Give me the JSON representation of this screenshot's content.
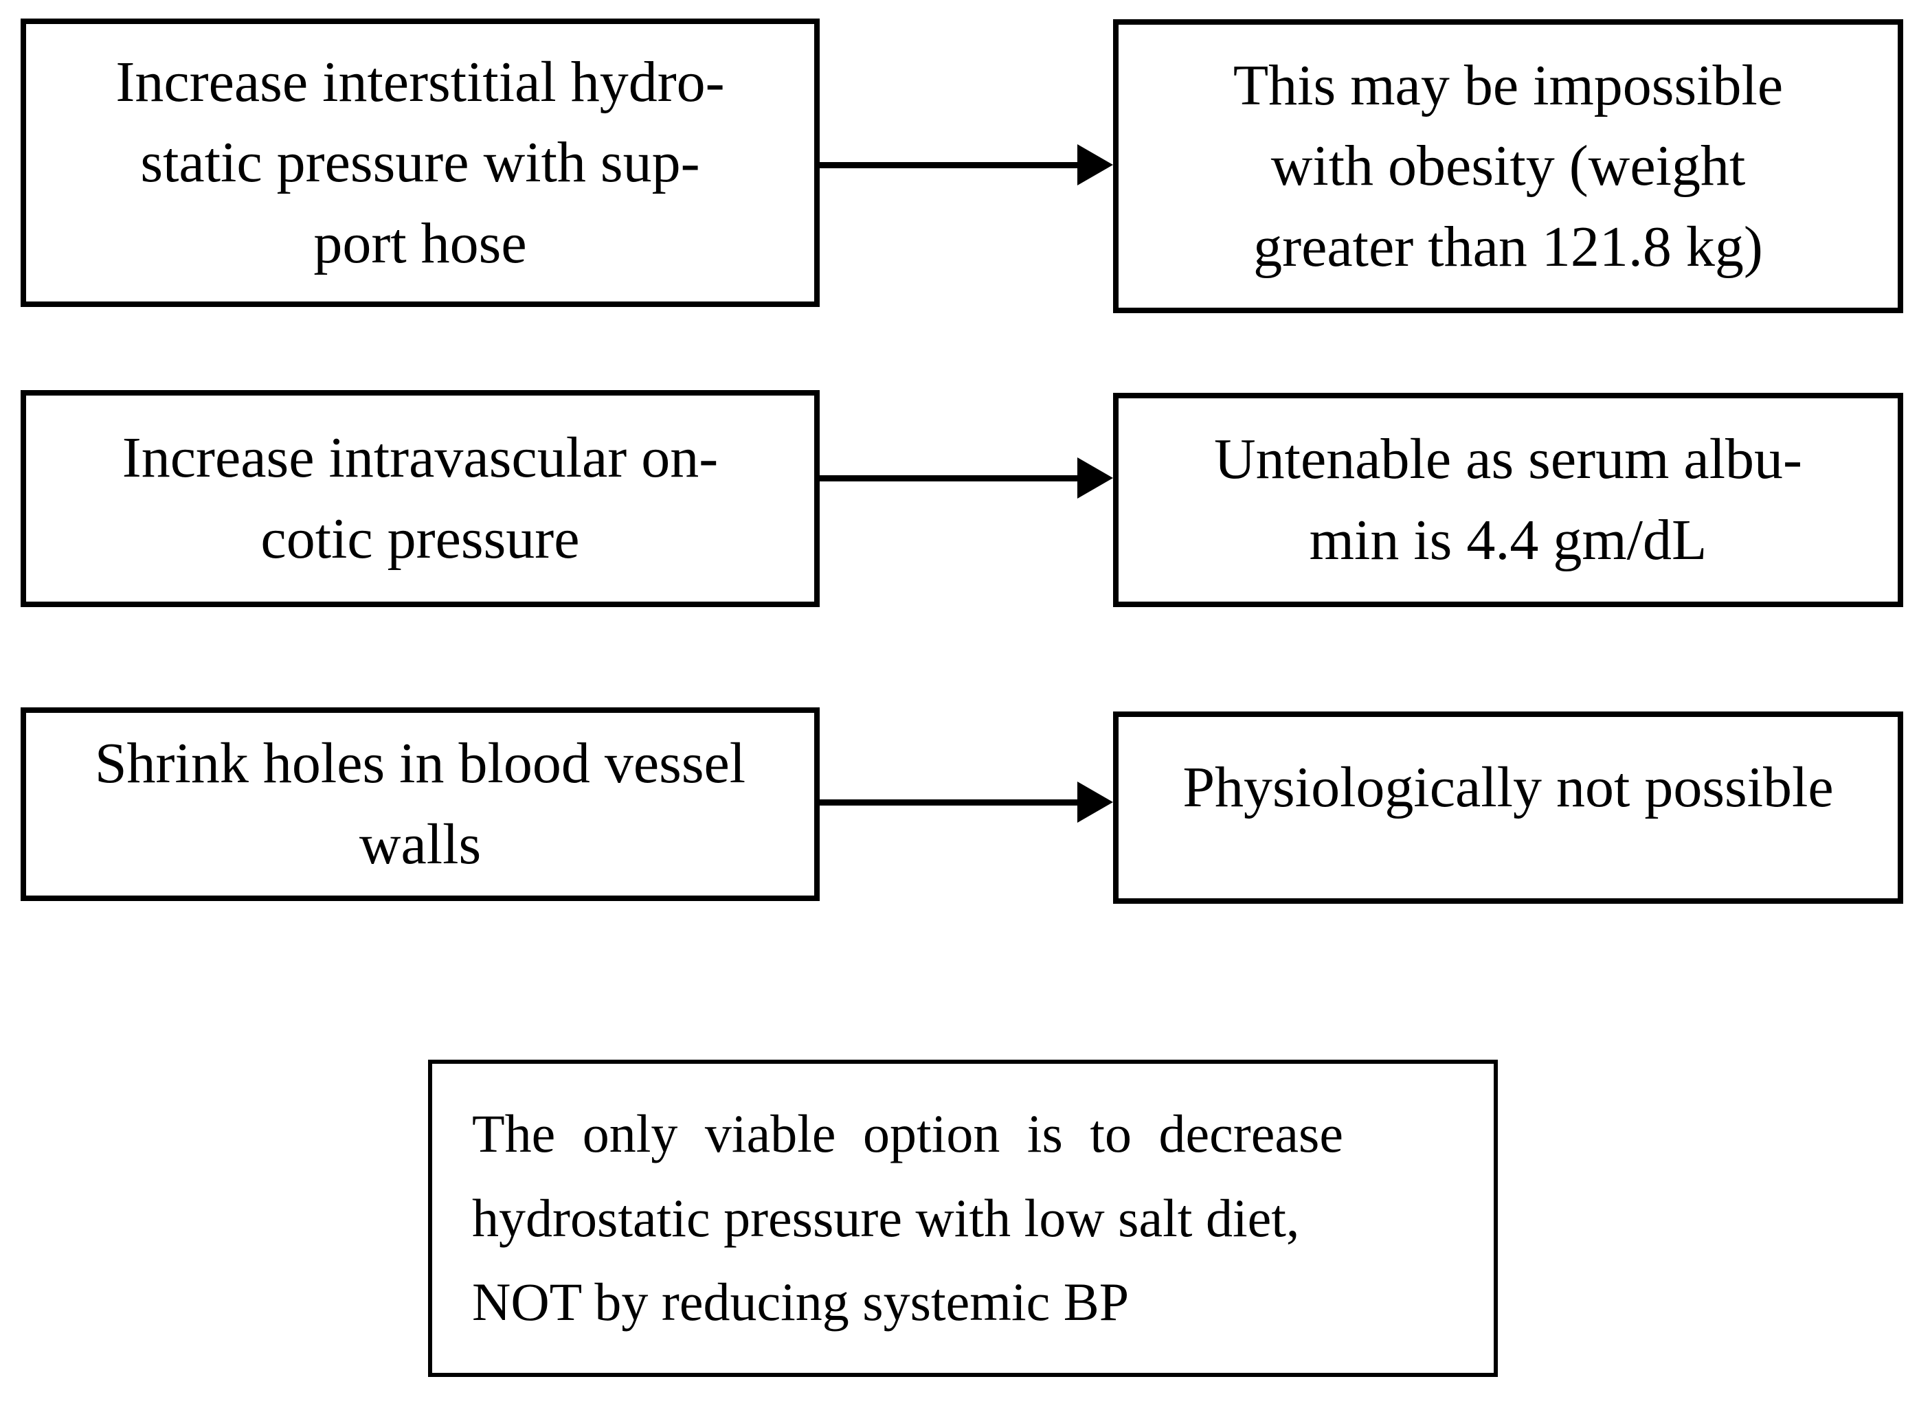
{
  "diagram": {
    "type": "flowchart",
    "colors": {
      "background": "#ffffff",
      "border": "#000000",
      "text": "#000000",
      "arrow": "#000000"
    },
    "boxes": {
      "top_left": {
        "lines": [
          "Increase interstitial hydro-",
          "static pressure with sup-",
          "port hose"
        ]
      },
      "top_right": {
        "lines": [
          "This may be impossible",
          "with obesity (weight",
          "greater than 121.8 kg)"
        ]
      },
      "mid_left": {
        "lines": [
          "Increase intravascular on-",
          "cotic pressure"
        ]
      },
      "mid_right": {
        "lines": [
          "Untenable as serum albu-",
          "min is 4.4 gm/dL"
        ]
      },
      "low_left": {
        "lines": [
          "Shrink holes in blood vessel",
          "walls"
        ]
      },
      "low_right": {
        "lines": [
          "Physiologically not possible"
        ]
      },
      "conclusion": {
        "lines": [
          "The only viable option is to decrease",
          "hydrostatic pressure with low salt diet,",
          "NOT by reducing systemic BP"
        ]
      }
    },
    "arrows": [
      {
        "from": "top_left",
        "to": "top_right"
      },
      {
        "from": "mid_left",
        "to": "mid_right"
      },
      {
        "from": "low_left",
        "to": "low_right"
      }
    ]
  }
}
